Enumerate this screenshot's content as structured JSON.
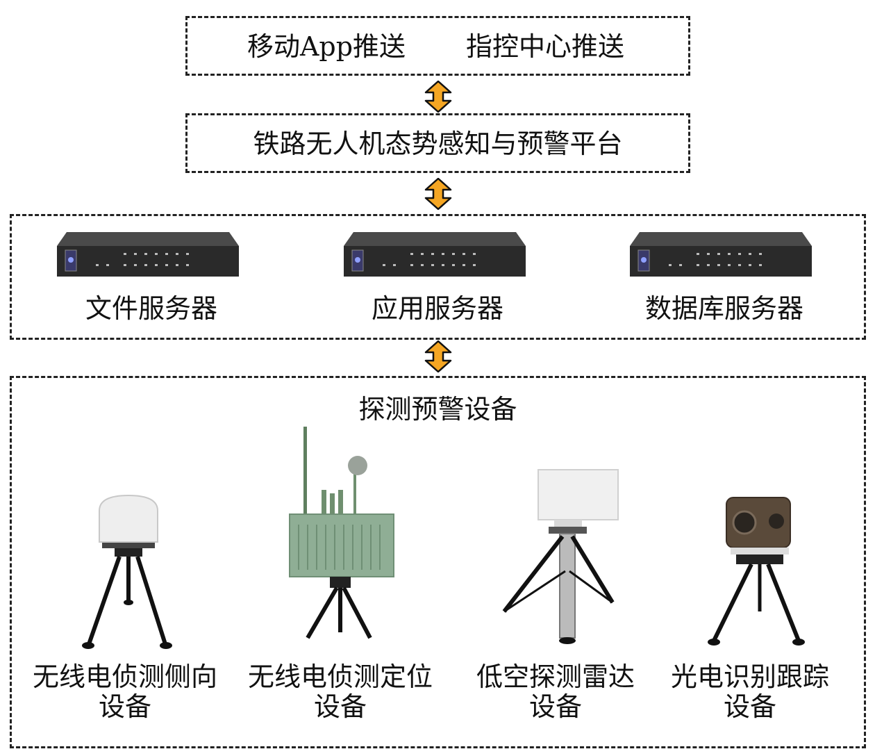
{
  "top_box": {
    "left_label": "移动App推送",
    "right_label": "指控中心推送"
  },
  "platform_box": {
    "label": "铁路无人机态势感知与预警平台"
  },
  "server_box": {
    "servers": [
      {
        "label": "文件服务器"
      },
      {
        "label": "应用服务器"
      },
      {
        "label": "数据库服务器"
      }
    ]
  },
  "device_box": {
    "title": "探测预警设备",
    "devices": [
      {
        "line1": "无线电侦测侧向",
        "line2": "设备"
      },
      {
        "line1": "无线电侦测定位",
        "line2": "设备"
      },
      {
        "line1": "低空探测雷达",
        "line2": "设备"
      },
      {
        "line1": "光电识别跟踪",
        "line2": "设备"
      }
    ]
  },
  "colors": {
    "arrow_fill": "#f5a623",
    "dash_border": "#222222",
    "server_body": "#2a2a2a"
  }
}
